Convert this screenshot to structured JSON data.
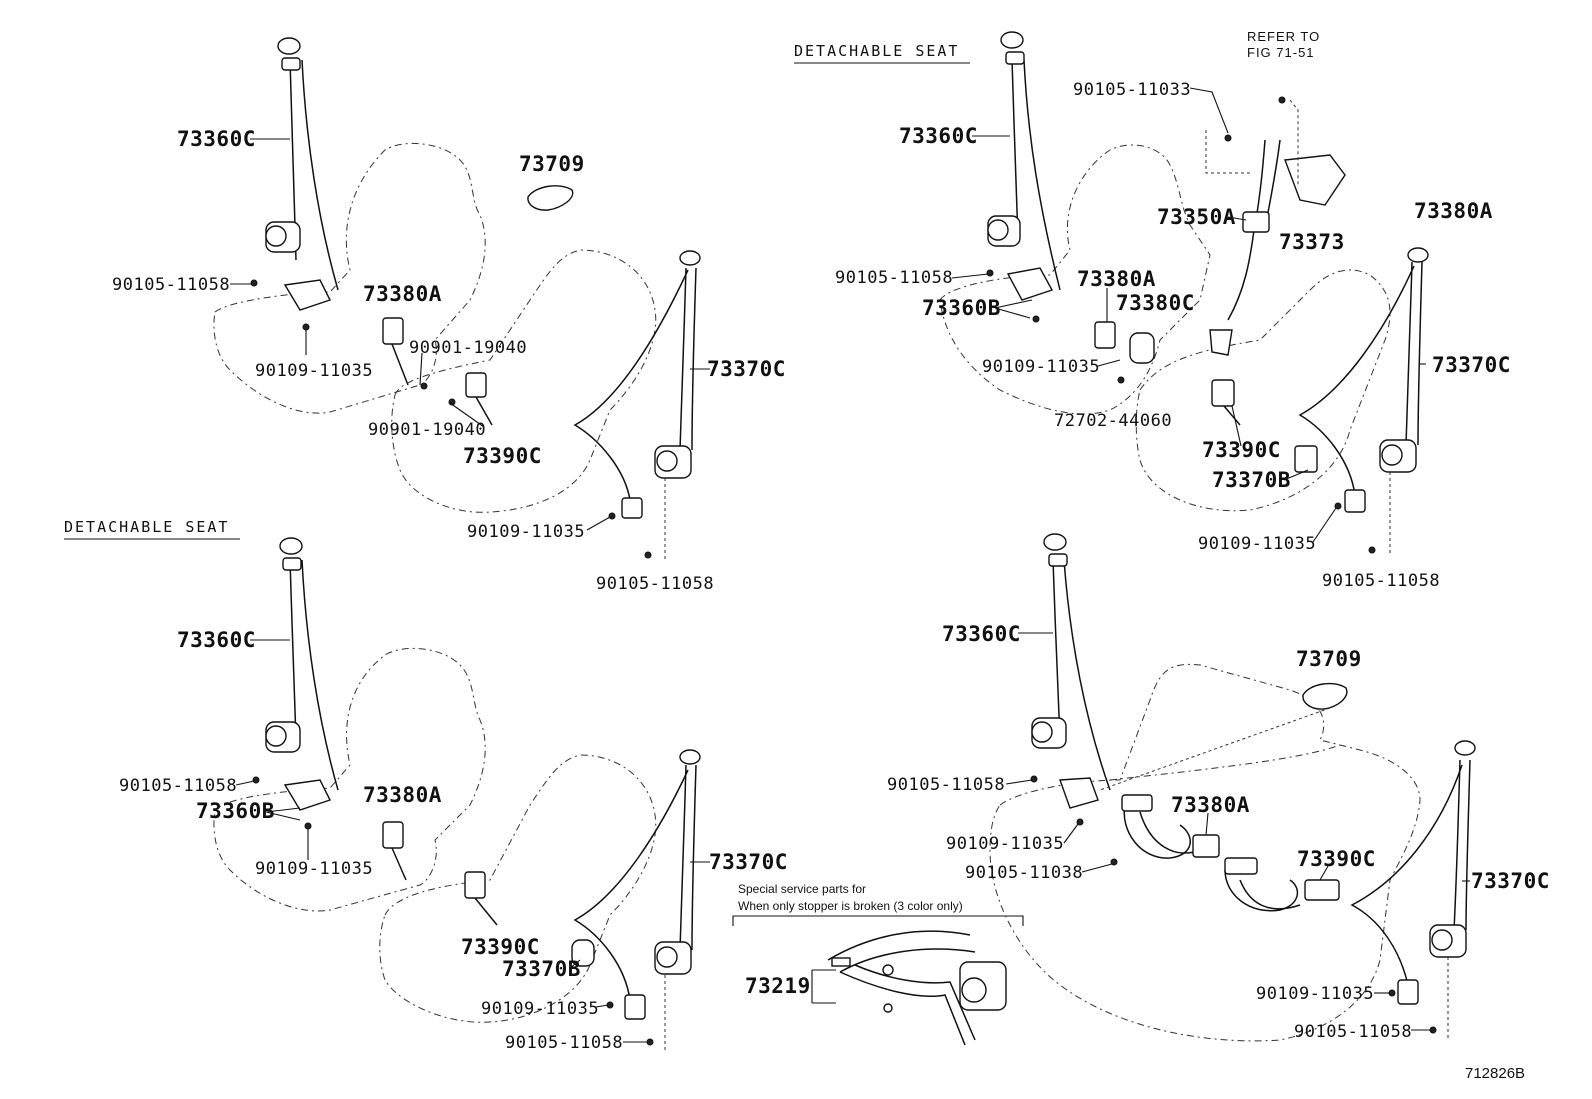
{
  "headings": {
    "detachable_seat_top": "DETACHABLE SEAT",
    "detachable_seat_left": "DETACHABLE SEAT",
    "refer_line1": "REFER TO",
    "refer_line2": "FIG 71-51"
  },
  "note": {
    "line1": "Special service parts for",
    "line2": "When only stopper is broken (3 color only)"
  },
  "figure_id": "712826B",
  "labels": {
    "q1_73360C": "73360C",
    "q1_73709": "73709",
    "q1_90105_11058_a": "90105-11058",
    "q1_73380A": "73380A",
    "q1_90901_19040_a": "90901-19040",
    "q1_90109_11035_a": "90109-11035",
    "q1_73370C": "73370C",
    "q1_90901_19040_b": "90901-19040",
    "q1_73390C": "73390C",
    "q1_90109_11035_b": "90109-11035",
    "q1_90105_11058_b": "90105-11058",
    "q2_90105_11033": "90105-11033",
    "q2_73360C": "73360C",
    "q2_73350A": "73350A",
    "q2_73380A_r": "73380A",
    "q2_73373": "73373",
    "q2_90105_11058_a": "90105-11058",
    "q2_73380A": "73380A",
    "q2_73360B": "73360B",
    "q2_73380C": "73380C",
    "q2_90109_11035_a": "90109-11035",
    "q2_73370C": "73370C",
    "q2_72702_44060": "72702-44060",
    "q2_73390C": "73390C",
    "q2_73370B": "73370B",
    "q2_90109_11035_b": "90109-11035",
    "q2_90105_11058_b": "90105-11058",
    "q3_73360C": "73360C",
    "q3_90105_11058_a": "90105-11058",
    "q3_73380A": "73380A",
    "q3_73360B": "73360B",
    "q3_90109_11035_a": "90109-11035",
    "q3_73370C": "73370C",
    "q3_73390C": "73390C",
    "q3_73370B": "73370B",
    "q3_90109_11035_b": "90109-11035",
    "q3_90105_11058_b": "90105-11058",
    "q4_73360C": "73360C",
    "q4_73709": "73709",
    "q4_90105_11058_a": "90105-11058",
    "q4_73380A": "73380A",
    "q4_90109_11035_a": "90109-11035",
    "q4_90105_11038": "90105-11038",
    "q4_73390C": "73390C",
    "q4_73370C": "73370C",
    "q4_90109_11035_b": "90109-11035",
    "q4_90105_11058_b": "90105-11058",
    "special_73219": "73219"
  }
}
